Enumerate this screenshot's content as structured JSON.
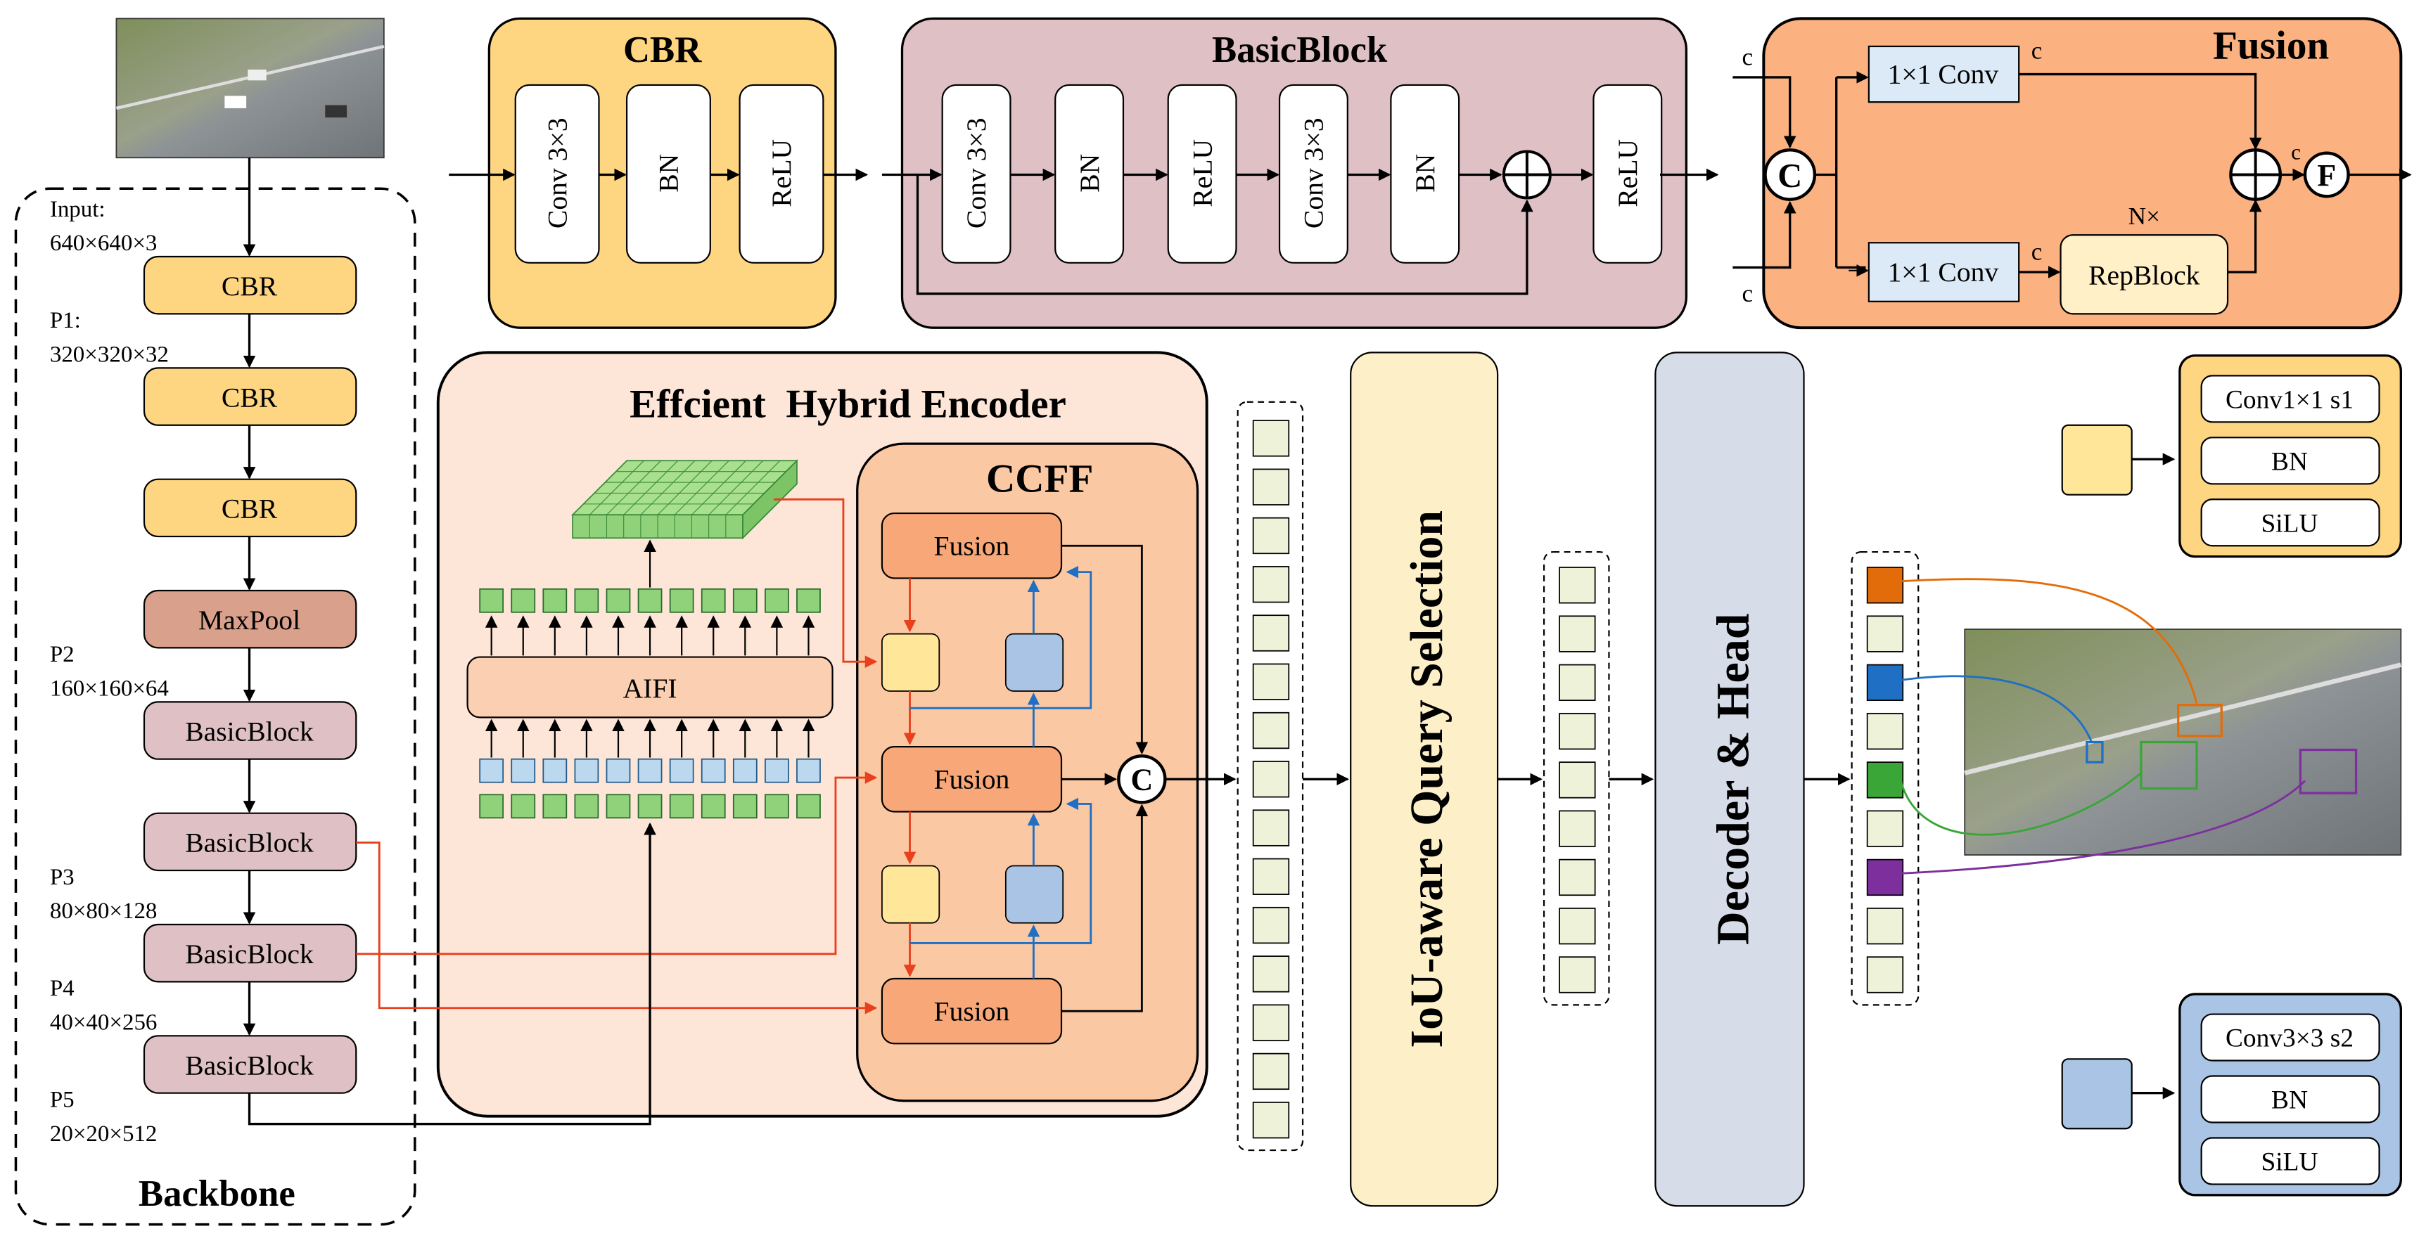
{
  "backbone": {
    "title": "Backbone",
    "labels": [
      "Input:",
      "640×640×3",
      "P1:",
      "320×320×32",
      "P2",
      "160×160×64",
      "P3",
      "80×80×128",
      "P4",
      "40×40×256",
      "P5",
      "20×20×512"
    ],
    "blocks": [
      "CBR",
      "CBR",
      "CBR",
      "MaxPool",
      "BasicBlock",
      "BasicBlock",
      "BasicBlock",
      "BasicBlock"
    ]
  },
  "cbr_module": {
    "title": "CBR",
    "layers": [
      "Conv 3×3",
      "BN",
      "ReLU"
    ]
  },
  "basicblock_module": {
    "title": "BasicBlock",
    "layers": [
      "Conv 3×3",
      "BN",
      "ReLU",
      "Conv 3×3",
      "BN",
      "ReLU"
    ]
  },
  "fusion_module": {
    "title": "Fusion",
    "conv_top": "1×1 Conv",
    "conv_bottom": "1×1 Conv",
    "repblock": "RepBlock",
    "repeat": "N×",
    "channel": "c",
    "concat": "C",
    "fuse": "F"
  },
  "encoder": {
    "title": "Effcient  Hybrid Encoder",
    "aifi": "AIFI",
    "ccff": {
      "title": "CCFF",
      "fusion_labels": [
        "Fusion",
        "Fusion",
        "Fusion"
      ],
      "concat": "C"
    }
  },
  "query_selection": {
    "label": "IoU-aware Query Selection"
  },
  "decoder": {
    "label": "Decoder & Head"
  },
  "legend_yellow": {
    "layers": [
      "Conv1×1 s1",
      "BN",
      "SiLU"
    ],
    "color": "#ffe699"
  },
  "legend_blue": {
    "layers": [
      "Conv3×3 s2",
      "BN",
      "SiLU"
    ],
    "color": "#a9c4e4"
  },
  "output_queries": {
    "colors": [
      "#e36c0a",
      "#1f6fc4",
      "#3aa637",
      "#7d2f9e"
    ]
  }
}
